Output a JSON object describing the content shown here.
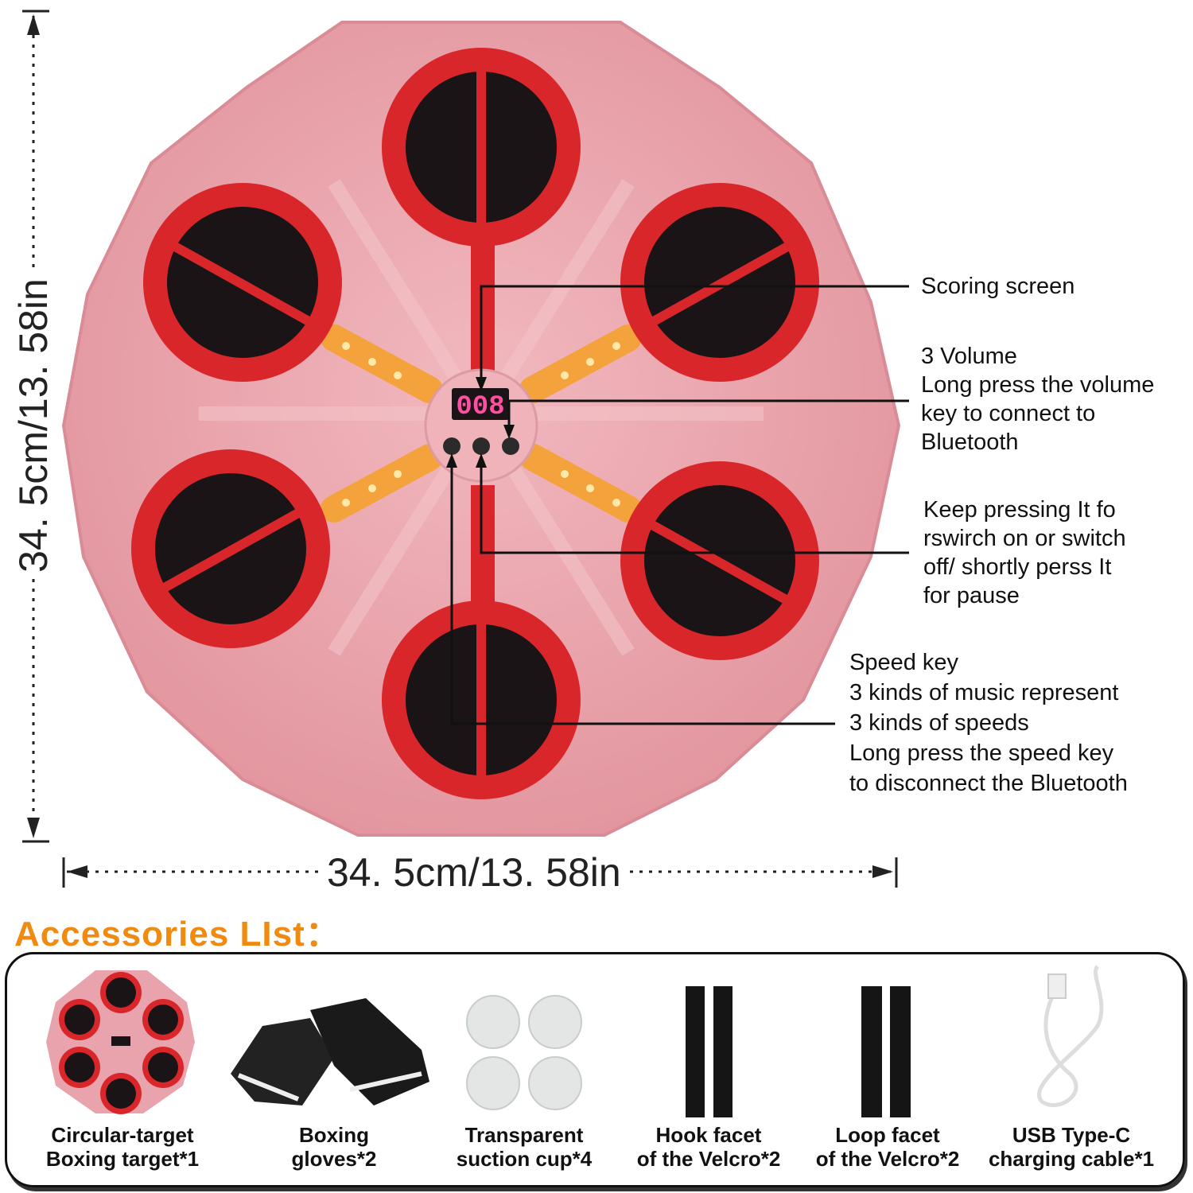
{
  "product": {
    "display_digits": "008",
    "colors": {
      "body": "#e9a3ac",
      "ring": "#d9262a",
      "pad": "#1b1416",
      "light": "#f4a23c",
      "accent": "#f08a10"
    }
  },
  "dimensions": {
    "height_label": "34. 5cm/13. 58in",
    "width_label": "34. 5cm/13. 58in"
  },
  "callouts": [
    {
      "lines": [
        "Scoring screen"
      ]
    },
    {
      "lines": [
        "3 Volume",
        "Long press the volume",
        "key to connect to",
        "Bluetooth"
      ]
    },
    {
      "lines": [
        "Keep pressing It fo",
        "rswirch on or switch",
        "off/ shortly perss It",
        "for pause"
      ]
    },
    {
      "lines": [
        "Speed key",
        "3 kinds of music represent",
        "3 kinds of speeds",
        "Long press the speed key",
        "to disconnect the Bluetooth"
      ]
    }
  ],
  "accessories": {
    "title": "Accessories LIst：",
    "items": [
      {
        "line1": "Circular-target",
        "line2": "Boxing target*1"
      },
      {
        "line1": "Boxing",
        "line2": "gloves*2"
      },
      {
        "line1": "Transparent",
        "line2": "suction cup*4"
      },
      {
        "line1": "Hook facet",
        "line2": "of the Velcro*2"
      },
      {
        "line1": "Loop facet",
        "line2": "of the Velcro*2"
      },
      {
        "line1": "USB Type-C",
        "line2": "charging cable*1"
      }
    ]
  }
}
